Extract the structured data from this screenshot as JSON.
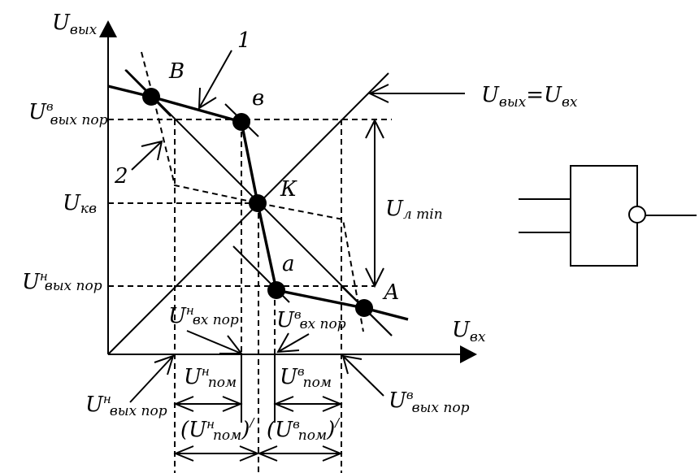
{
  "axes": {
    "y_main": "U",
    "y_sub": "вых",
    "x_main": "U",
    "x_sub": "вх"
  },
  "identity": {
    "left_main": "U",
    "left_sub": "вых",
    "eq": "=",
    "right_main": "U",
    "right_sub": "вх"
  },
  "points": {
    "B": "В",
    "v": "в",
    "K": "К",
    "a": "а",
    "A": "А"
  },
  "callouts": {
    "one": "1",
    "two": "2"
  },
  "y_labels": {
    "upper": {
      "main": "U",
      "sup": "в",
      "sub": "вых пор"
    },
    "kv": {
      "main": "U",
      "sub": "кв"
    },
    "lower": {
      "main": "U",
      "sup": "н",
      "sub": "вых пор"
    }
  },
  "x_labels": {
    "in_low": {
      "main": "U",
      "sup": "н",
      "sub": "вх пор"
    },
    "in_high": {
      "main": "U",
      "sup": "в",
      "sub": "вх пор"
    },
    "out_low": {
      "main": "U",
      "sup": "н",
      "sub": "вых пор"
    },
    "out_high": {
      "main": "U",
      "sup": "в",
      "sub": "вых пор"
    }
  },
  "swing": {
    "main": "U",
    "sub": "л min"
  },
  "margins": {
    "low": {
      "main": "U",
      "sup": "н",
      "sub": "пом"
    },
    "high": {
      "main": "U",
      "sup": "в",
      "sub": "пом"
    },
    "low_prime": {
      "open": "(U",
      "sup": "н",
      "sub": "пом",
      "close": ")",
      "prime": "/"
    },
    "high_prime": {
      "open": "(U",
      "sup": "в",
      "sub": "пом",
      "close": ")",
      "prime": "/"
    }
  }
}
